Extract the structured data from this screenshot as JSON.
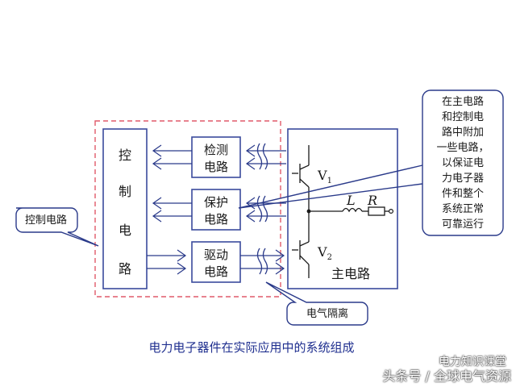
{
  "blocks": {
    "control": [
      "控",
      "制",
      "电",
      "路"
    ],
    "detect": [
      "检测",
      "电路"
    ],
    "protect": [
      "保护",
      "电路"
    ],
    "drive": [
      "驱动",
      "电路"
    ],
    "main": "主电路"
  },
  "components": {
    "v1_main": "V",
    "v1_sub": "1",
    "v2_main": "V",
    "v2_sub": "2",
    "inductor": "L",
    "resistor": "R"
  },
  "callouts": {
    "control_label": "控制电路",
    "isolation_label": "电气隔离",
    "note_lines": [
      "在主电路",
      "和控制电",
      "路中附加",
      "一些电路，",
      "以保证电",
      "力电子器",
      "件和整个",
      "系统正常",
      "可靠运行"
    ]
  },
  "caption": "电力电子器件在实际应用中的系统组成",
  "watermark": {
    "line1": "电力知识课堂",
    "line2": "头条号 / 全球电气资源"
  },
  "colors": {
    "box_stroke": "#3a4a9c",
    "dashed_stroke": "#e05a6a",
    "text": "#1a1a1a",
    "caption": "#1f2f8f"
  }
}
